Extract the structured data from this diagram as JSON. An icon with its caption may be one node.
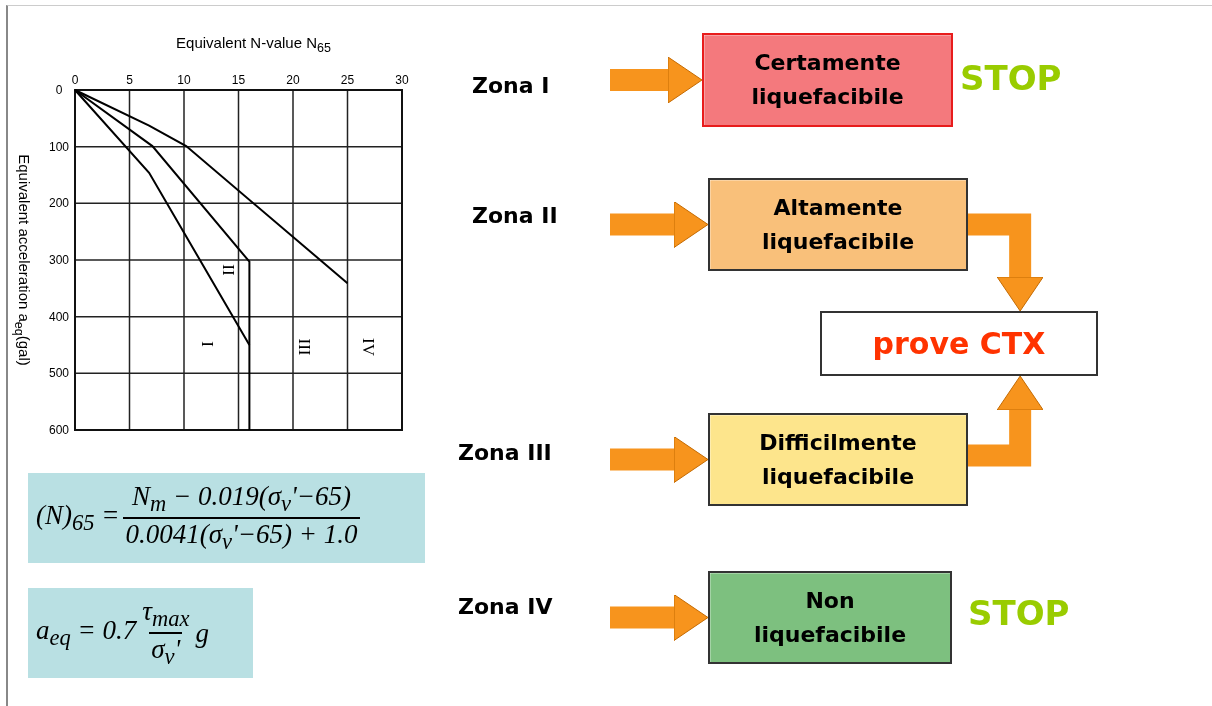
{
  "diagram": {
    "nodes": [
      {
        "text": [
          "(N)$_{65}$ =",
          "N$_{m}$ − 0.019(σ$_{v}$'−65)",
          "0.0041(σ$_{v}$'−65) + 1.0"
        ]
      },
      {
        "text": [
          "a$_{eq}$ = 0.7",
          "τ$_{max}$",
          "σ$_{v}$'",
          "g"
        ]
      },
      {
        "text": [
          "Zona I"
        ]
      },
      {
        "text": [
          "Certamente liquefacibile"
        ],
        "beside": [
          "STOP"
        ]
      },
      {
        "text": [
          "Zona II"
        ]
      },
      {
        "text": [
          "Altamente liquefacibile"
        ]
      },
      {
        "text": [
          "prove CTX"
        ]
      },
      {
        "text": [
          "Zona III"
        ]
      },
      {
        "text": [
          "Difficilmente liquefacibile"
        ]
      },
      {
        "text": [
          "Zona IV"
        ]
      },
      {
        "text": [
          "Non liquefacibile"
        ],
        "beside": [
          "STOP"
        ]
      }
    ],
    "edges": [
      {
        "from": 2,
        "to": 3,
        "arrow": "to"
      },
      {
        "from": 4,
        "to": 5,
        "arrow": "to"
      },
      {
        "from": 5,
        "to": 6,
        "arrow": "to"
      },
      {
        "from": 7,
        "to": 8,
        "arrow": "to"
      },
      {
        "from": 8,
        "to": 6,
        "arrow": "to"
      },
      {
        "from": 9,
        "to": 10,
        "arrow": "to"
      }
    ],
    "chart_data": {
      "type": "line",
      "xlabel": "Equivalent N-value N$_{65}$",
      "ylabel": "Equivalent acceleration a$_{eq}$(gal)",
      "x": [
        0,
        6.8,
        7.1,
        10.2,
        16,
        16,
        25
      ],
      "series": [
        {
          "color": "#000000",
          "values": [
            0,
            146,
            null,
            null,
            450,
            null,
            null
          ]
        },
        {
          "color": "#000000",
          "values": [
            0,
            null,
            99,
            null,
            303,
            600,
            null
          ]
        },
        {
          "color": "#000000",
          "values": [
            0,
            63,
            null,
            99,
            null,
            null,
            341
          ]
        }
      ],
      "xlim": [
        0,
        30
      ],
      "ylim": [
        600,
        0
      ],
      "xticks": [
        0,
        5,
        10,
        15,
        20,
        25,
        30
      ],
      "yticks": [
        0,
        100,
        200,
        300,
        400,
        500,
        600
      ],
      "grid": true,
      "annotations": [
        "I",
        "II",
        "III",
        "IV"
      ]
    }
  }
}
